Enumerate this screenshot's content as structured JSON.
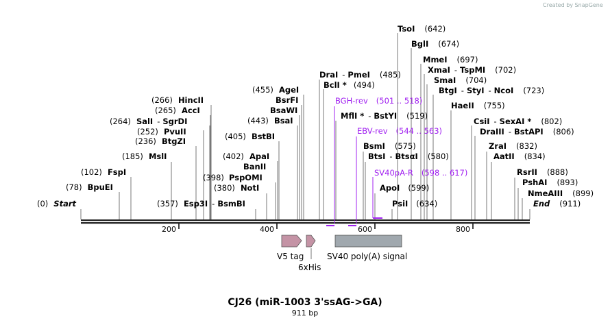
{
  "credit": "Created by SnapGene",
  "title": "CJ26 (miR-1003 3'ssAG->GA)",
  "subtitle": "911 bp",
  "ticks": [
    "200",
    "400",
    "600",
    "800"
  ],
  "ends": {
    "start": "Start",
    "start_pos": "(0)",
    "end": "End",
    "end_pos": "(911)"
  },
  "sites": [
    {
      "pos": "(78)",
      "name": "BpuEI"
    },
    {
      "pos": "(102)",
      "name": "FspI"
    },
    {
      "pos": "(185)",
      "name": "MslI"
    },
    {
      "pos": "(236)",
      "name": "BtgZI"
    },
    {
      "pos": "(252)",
      "name": "PvuII"
    },
    {
      "pos": "(264)",
      "name": "SalI",
      "extra": "SgrDI"
    },
    {
      "pos": "(265)",
      "name": "AccI"
    },
    {
      "pos": "(266)",
      "name": "HincII"
    },
    {
      "pos": "(357)",
      "name": "Esp3I",
      "extra": "BsmBI",
      "right": true
    },
    {
      "pos": "(380)",
      "name": "NotI"
    },
    {
      "pos": "(398)",
      "name": "PspOMI"
    },
    {
      "pos": "(402)",
      "name": "ApaI"
    },
    {
      "pos": "",
      "name": "BanII"
    },
    {
      "pos": "(405)",
      "name": "BstBI"
    },
    {
      "pos": "(443)",
      "name": "BsaI"
    },
    {
      "pos": "",
      "name": "BsaWI"
    },
    {
      "pos": "",
      "name": "BsrFI"
    },
    {
      "pos": "(455)",
      "name": "AgeI"
    },
    {
      "pos": "(485)",
      "name": "DraI",
      "extra": "PmeI"
    },
    {
      "pos": "(494)",
      "name": "BclI *"
    },
    {
      "pos": "(519)",
      "name": "MflI *",
      "extra": "BstYI"
    },
    {
      "pos": "(575)",
      "name": "BsmI"
    },
    {
      "pos": "(580)",
      "name": "BtsI",
      "extra": "BtsαI"
    },
    {
      "pos": "(599)",
      "name": "ApoI"
    },
    {
      "pos": "(634)",
      "name": "PsiI"
    },
    {
      "pos": "(642)",
      "name": "TsoI"
    },
    {
      "pos": "(674)",
      "name": "BglI"
    },
    {
      "pos": "(697)",
      "name": "MmeI"
    },
    {
      "pos": "(702)",
      "name": "XmaI",
      "extra": "TspMI"
    },
    {
      "pos": "(704)",
      "name": "SmaI"
    },
    {
      "pos": "(723)",
      "name": "BtgI",
      "extra": "StyI",
      "extra2": "NcoI"
    },
    {
      "pos": "(755)",
      "name": "HaeII"
    },
    {
      "pos": "(802)",
      "name": "CsiI",
      "extra": "SexAI *"
    },
    {
      "pos": "(806)",
      "name": "DraIII",
      "extra": "BstAPI"
    },
    {
      "pos": "(832)",
      "name": "ZraI"
    },
    {
      "pos": "(834)",
      "name": "AatII"
    },
    {
      "pos": "(888)",
      "name": "RsrII"
    },
    {
      "pos": "(893)",
      "name": "PshAI"
    },
    {
      "pos": "(899)",
      "name": "NmeAIII"
    }
  ],
  "primers": [
    {
      "name": "BGH-rev",
      "range": "(501 .. 518)"
    },
    {
      "name": "EBV-rev",
      "range": "(544 .. 563)"
    },
    {
      "name": "SV40pA-R",
      "range": "(598 .. 617)"
    }
  ],
  "features": [
    {
      "name": "V5 tag",
      "color": "#c493a5"
    },
    {
      "name": "6xHis",
      "color": "#c493a5"
    },
    {
      "name": "SV40 poly(A) signal",
      "color": "#a0a8ae"
    }
  ],
  "colors": {
    "primer": "#a020f0",
    "backbone": "#222222"
  }
}
